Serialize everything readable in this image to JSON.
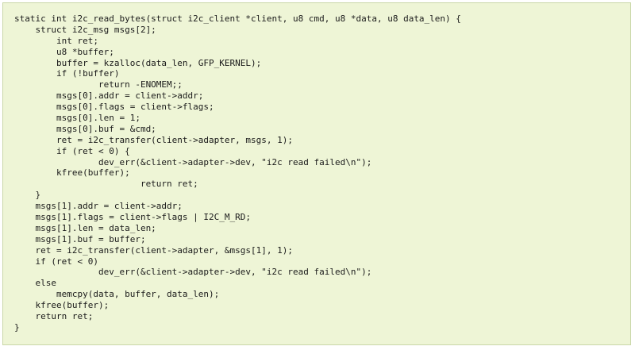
{
  "code": {
    "lines": [
      "static int i2c_read_bytes(struct i2c_client *client, u8 cmd, u8 *data, u8 data_len) {",
      "    struct i2c_msg msgs[2];",
      "        int ret;",
      "        u8 *buffer;",
      "        buffer = kzalloc(data_len, GFP_KERNEL);",
      "        if (!buffer)",
      "                return -ENOMEM;;",
      "        msgs[0].addr = client->addr;",
      "        msgs[0].flags = client->flags;",
      "        msgs[0].len = 1;",
      "        msgs[0].buf = &cmd;",
      "        ret = i2c_transfer(client->adapter, msgs, 1);",
      "        if (ret < 0) {",
      "                dev_err(&client->adapter->dev, \"i2c read failed\\n\");",
      "        kfree(buffer);",
      "                        return ret;",
      "    }",
      "    msgs[1].addr = client->addr;",
      "    msgs[1].flags = client->flags | I2C_M_RD;",
      "    msgs[1].len = data_len;",
      "    msgs[1].buf = buffer;",
      "    ret = i2c_transfer(client->adapter, &msgs[1], 1);",
      "    if (ret < 0)",
      "                dev_err(&client->adapter->dev, \"i2c read failed\\n\");",
      "    else",
      "        memcpy(data, buffer, data_len);",
      "    kfree(buffer);",
      "    return ret;",
      "}"
    ]
  }
}
